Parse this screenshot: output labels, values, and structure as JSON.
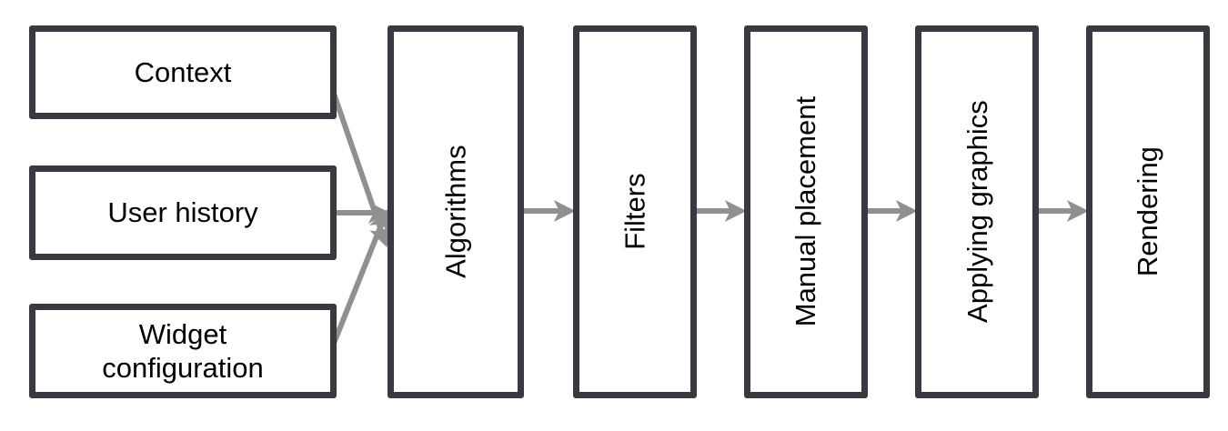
{
  "inputs": [
    {
      "label": "Context"
    },
    {
      "label": "User history"
    },
    {
      "label": "Widget configuration",
      "line1": "Widget",
      "line2": "configuration"
    }
  ],
  "stages": [
    {
      "label": "Algorithms"
    },
    {
      "label": "Filters"
    },
    {
      "label": "Manual placement"
    },
    {
      "label": "Applying graphics"
    },
    {
      "label": "Rendering"
    }
  ],
  "colors": {
    "border": "#3a3840",
    "arrow": "#909090"
  }
}
